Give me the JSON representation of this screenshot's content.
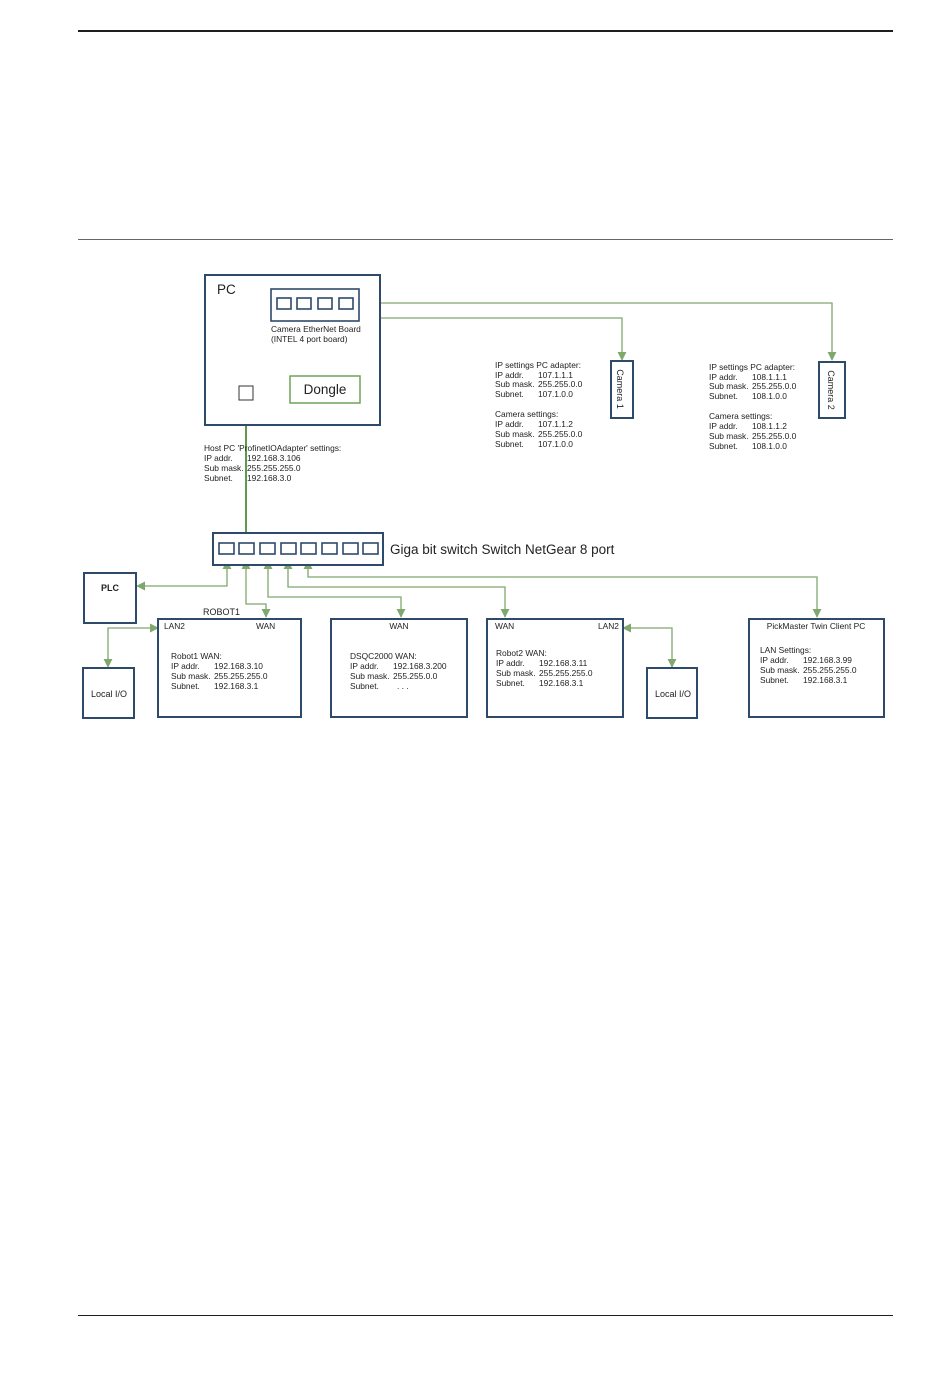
{
  "pc": {
    "title": "PC",
    "board_label_1": "Camera EtherNet  Board",
    "board_label_2": "(INTEL 4 port board)",
    "dongle": "Dongle"
  },
  "host": {
    "heading": "Host PC 'ProfinetIOAdapter' settings:",
    "rows": [
      {
        "k": "IP addr.",
        "v": "192.168.3.106"
      },
      {
        "k": "Sub mask.",
        "v": "255.255.255.0"
      },
      {
        "k": "Subnet.",
        "v": "192.168.3.0"
      }
    ]
  },
  "camera1": {
    "label": "Camera 1",
    "pc_heading": "IP settings PC adapter:",
    "pc_rows": [
      {
        "k": "IP addr.",
        "v": "107.1.1.1"
      },
      {
        "k": "Sub mask.",
        "v": "255.255.0.0"
      },
      {
        "k": "Subnet.",
        "v": "107.1.0.0"
      }
    ],
    "cam_heading": "Camera settings:",
    "cam_rows": [
      {
        "k": "IP addr.",
        "v": "107.1.1.2"
      },
      {
        "k": "Sub mask.",
        "v": "255.255.0.0"
      },
      {
        "k": "Subnet.",
        "v": "107.1.0.0"
      }
    ]
  },
  "camera2": {
    "label": "Camera 2",
    "pc_heading": "IP settings PC adapter:",
    "pc_rows": [
      {
        "k": "IP addr.",
        "v": "108.1.1.1"
      },
      {
        "k": "Sub mask.",
        "v": "255.255.0.0"
      },
      {
        "k": "Subnet.",
        "v": "108.1.0.0"
      }
    ],
    "cam_heading": "Camera settings:",
    "cam_rows": [
      {
        "k": "IP addr.",
        "v": "108.1.1.2"
      },
      {
        "k": "Sub mask.",
        "v": "255.255.0.0"
      },
      {
        "k": "Subnet.",
        "v": "108.1.0.0"
      }
    ]
  },
  "switch": {
    "label": "Giga bit switch Switch NetGear 8 port"
  },
  "plc": {
    "label": "PLC"
  },
  "robot1": {
    "caption": "ROBOT1",
    "lan": "LAN2",
    "wan": "WAN",
    "heading": "Robot1  WAN:",
    "rows": [
      {
        "k": "IP addr.",
        "v": "192.168.3.10"
      },
      {
        "k": "Sub mask.",
        "v": "255.255.255.0"
      },
      {
        "k": "Subnet.",
        "v": "192.168.3.1"
      }
    ]
  },
  "dsqc": {
    "wan": "WAN",
    "heading": "DSQC2000 WAN:",
    "rows": [
      {
        "k": "IP addr.",
        "v": "192.168.3.200"
      },
      {
        "k": "Sub mask.",
        "v": "255.255.0.0"
      },
      {
        "k": "Subnet.",
        "v": ".   .   ."
      }
    ]
  },
  "robot2": {
    "wan": "WAN",
    "lan": "LAN2",
    "heading": "Robot2 WAN:",
    "rows": [
      {
        "k": "IP addr.",
        "v": "192.168.3.11"
      },
      {
        "k": "Sub mask.",
        "v": "255.255.255.0"
      },
      {
        "k": "Subnet.",
        "v": "192.168.3.1"
      }
    ]
  },
  "client": {
    "title": "PickMaster Twin Client PC",
    "heading": "LAN Settings:",
    "rows": [
      {
        "k": "IP addr.",
        "v": "192.168.3.99"
      },
      {
        "k": "Sub mask.",
        "v": "255.255.255.0"
      },
      {
        "k": "Subnet.",
        "v": "192.168.3.1"
      }
    ]
  },
  "local_io_1": {
    "label": "Local I/O"
  },
  "local_io_2": {
    "label": "Local I/O"
  },
  "colors": {
    "box_stroke": "#2e4a6b",
    "wire": "#7fa86c",
    "rule": "#1e1e1e"
  }
}
